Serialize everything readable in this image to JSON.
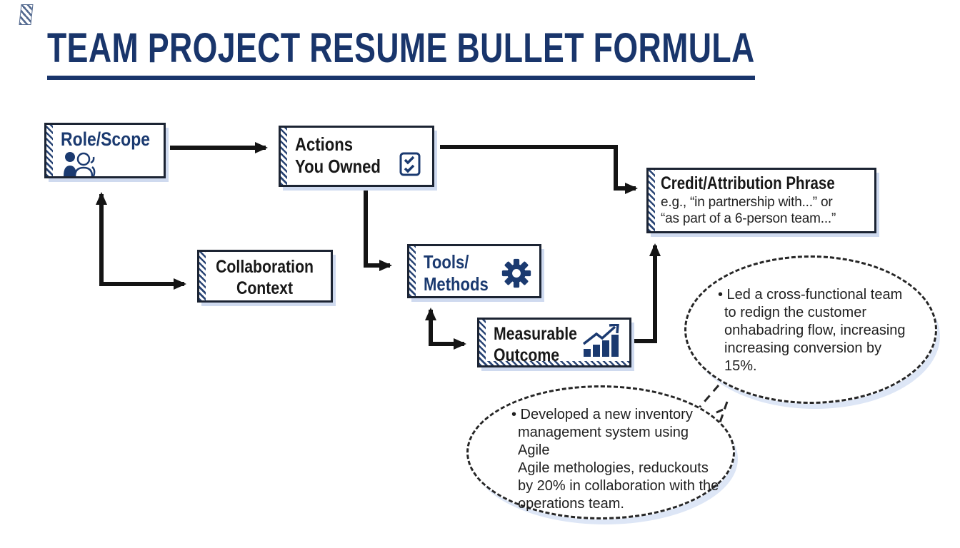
{
  "title": {
    "text": "TEAM PROJECT RESUME BULLET FORMULA"
  },
  "colors": {
    "navy": "#1b3a70",
    "title_navy": "#19356b",
    "box_border": "#1c2433",
    "arrow_black": "#141414",
    "box_shadow_blue": "#cfdaef",
    "bubble_shadow_blue": "#dde6f6"
  },
  "boxes": {
    "role_scope": {
      "label": "Role/Scope",
      "icon": "people-icon"
    },
    "actions": {
      "line1": "Actions",
      "line2": "You Owned",
      "icon": "checklist-icon"
    },
    "collaboration": {
      "line1": "Collaboration",
      "line2": "Context"
    },
    "tools": {
      "line1": "Tools/",
      "line2": "Methods",
      "icon": "gear-icon"
    },
    "outcome": {
      "line1": "Measurable",
      "line2": "Outcome",
      "icon": "bar-chart-growth-icon"
    },
    "credit": {
      "title": "Credit/Attribution Phrase",
      "example1": "e.g., “in partnership with...” or",
      "example2": "“as part of a 6-person team...”"
    }
  },
  "bubbles": {
    "right": {
      "lines": [
        "• Led a cross-functional team",
        "to redign the customer",
        "onhabadring flow, increasing",
        "increasing conversion by 15%."
      ]
    },
    "bottom": {
      "lines": [
        "• Developed a new inventory",
        "management system using Agile",
        "Agile methologies, reduckouts",
        "by 20% in collaboration with the",
        "operations team."
      ]
    }
  }
}
